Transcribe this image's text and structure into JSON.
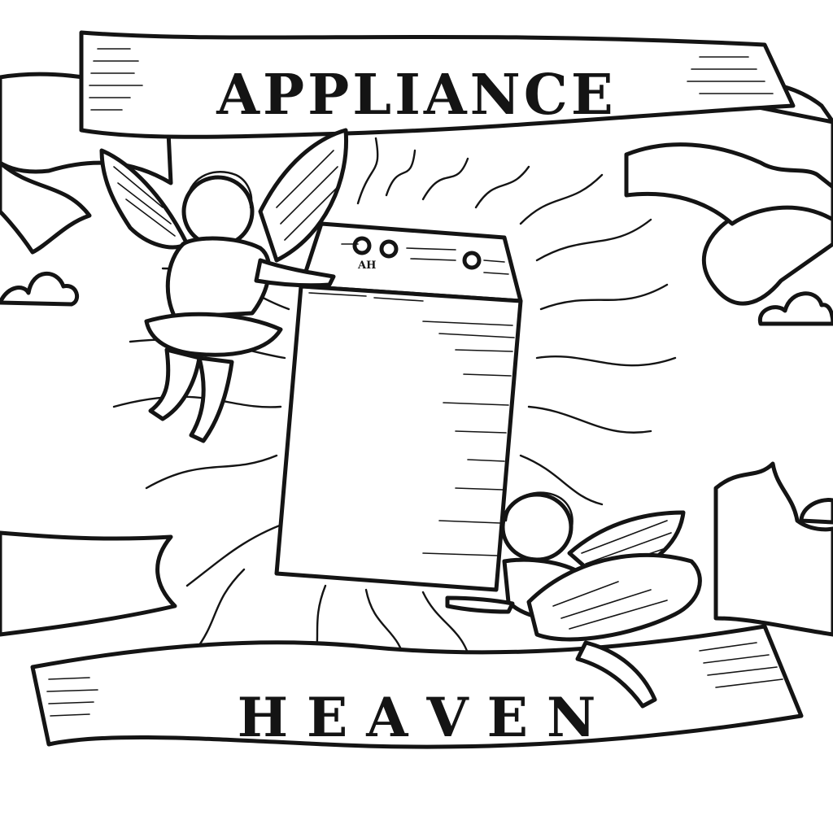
{
  "banner_top": {
    "text": "APPLIANCE"
  },
  "banner_bottom": {
    "text": "H E A V E N"
  },
  "appliance": {
    "badge": "AH"
  },
  "colors": {
    "ink": "#141414",
    "paper": "#ffffff"
  }
}
